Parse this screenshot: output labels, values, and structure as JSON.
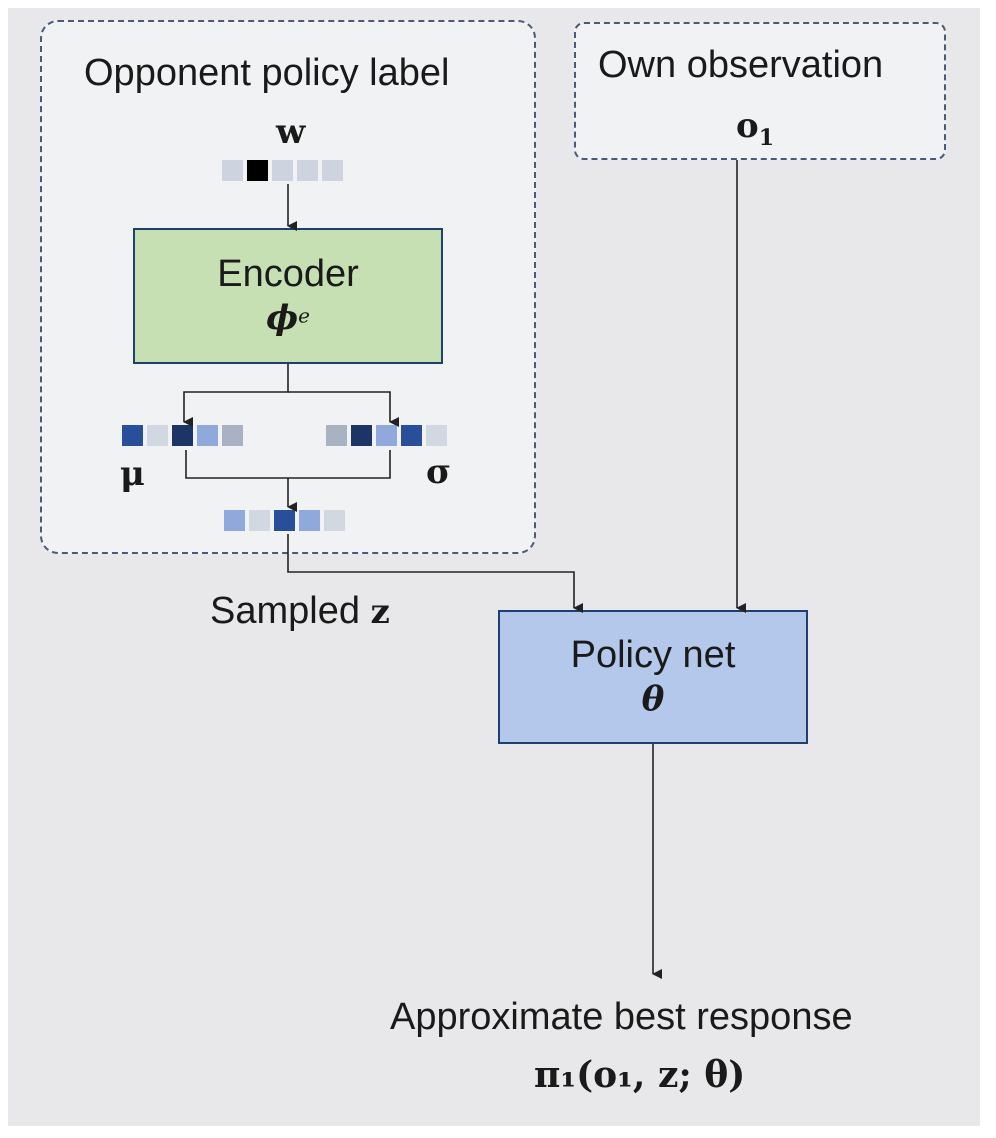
{
  "opponent_panel": {
    "title": "Opponent policy label",
    "w_symbol": "w",
    "w_vector": [
      "#cdd4e0",
      "#000000",
      "#cdd4e0",
      "#cdd4e0",
      "#cdd4e0"
    ],
    "mu_symbol": "μ",
    "mu_vector": [
      "#2a4f9a",
      "#d2d8e2",
      "#1d3566",
      "#8fa9dd",
      "#a8b2c2"
    ],
    "sigma_symbol": "σ",
    "sigma_vector": [
      "#a8b2c2",
      "#1d3566",
      "#8fa9dd",
      "#2a4f9a",
      "#d2d8e2"
    ],
    "z_vector": [
      "#8fa9dd",
      "#d2d8e2",
      "#2a4f9a",
      "#8fa9dd",
      "#d2d8e2"
    ]
  },
  "encoder": {
    "title": "Encoder",
    "symbol": "ϕ",
    "superscript": "e",
    "fill": "#c6e0b3"
  },
  "observation_panel": {
    "title": "Own observation",
    "symbol": "o",
    "subscript": "1"
  },
  "sampled_label": {
    "prefix": "Sampled ",
    "symbol": "z"
  },
  "policy_net": {
    "title": "Policy net",
    "symbol": "θ",
    "fill": "#b3c8ea"
  },
  "output": {
    "title": "Approximate best response",
    "formula": "π₁(o₁, z; θ)"
  }
}
